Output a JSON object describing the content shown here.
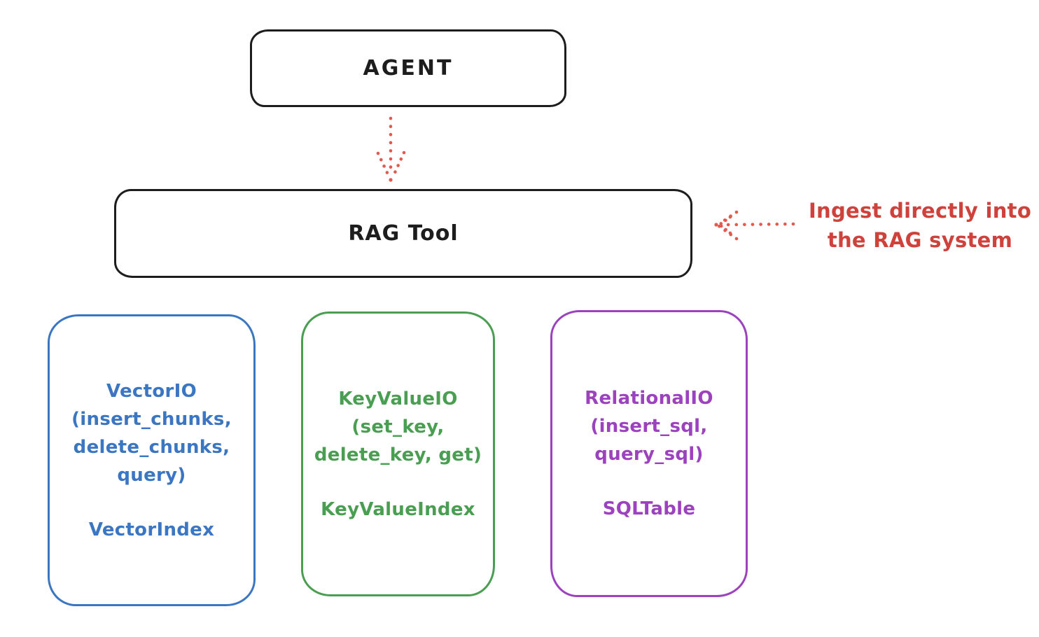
{
  "diagram": {
    "agent": {
      "label": "AGENT"
    },
    "rag_tool": {
      "label": "RAG Tool"
    },
    "annotation": {
      "text": "Ingest directly into\nthe RAG system"
    },
    "io_boxes": [
      {
        "id": "vector-io",
        "title": "VectorIO\n(insert_chunks,\ndelete_chunks,\nquery)",
        "index": "VectorIndex",
        "accent": "#3b76c2"
      },
      {
        "id": "keyvalue-io",
        "title": "KeyValueIO\n(set_key,\ndelete_key, get)",
        "index": "KeyValueIndex",
        "accent": "#4a9e52"
      },
      {
        "id": "relational-io",
        "title": "RelationalIO\n(insert_sql,\nquery_sql)",
        "index": "SQLTable",
        "accent": "#9c42bf"
      }
    ],
    "arrows": [
      {
        "id": "agent-to-rag-tool",
        "style": "dotted",
        "direction": "down",
        "color": "#e05a50"
      },
      {
        "id": "ingest-into-rag",
        "style": "dotted",
        "direction": "left",
        "color": "#e05a50"
      }
    ],
    "colors": {
      "ink": "#1d1d1d",
      "red_text": "#cf423c",
      "red_arrow": "#e05a50",
      "blue": "#3b76c2",
      "green": "#4a9e52",
      "purple": "#9c42bf",
      "background": "#ffffff"
    }
  }
}
